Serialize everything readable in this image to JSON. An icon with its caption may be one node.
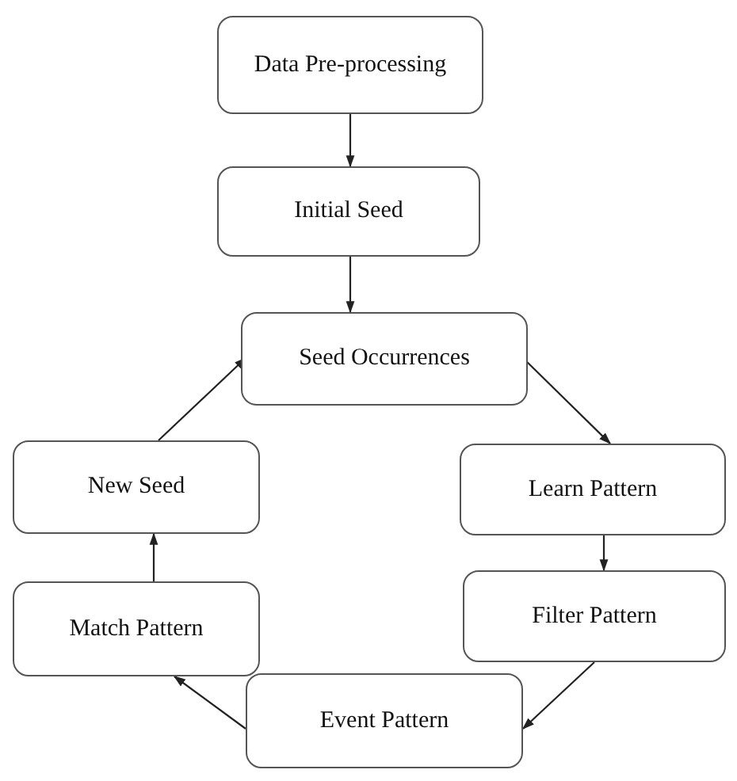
{
  "diagram": {
    "nodes": [
      {
        "text": [
          "Data Pre-processing"
        ]
      },
      {
        "text": [
          "Initial Seed"
        ]
      },
      {
        "text": [
          "Seed Occurrences"
        ]
      },
      {
        "text": [
          "New Seed"
        ]
      },
      {
        "text": [
          "Learn Pattern"
        ]
      },
      {
        "text": [
          "Match Pattern"
        ]
      },
      {
        "text": [
          "Filter Pattern"
        ]
      },
      {
        "text": [
          "Event Pattern"
        ]
      }
    ],
    "edges": [
      {
        "from": 0,
        "to": 1,
        "arrow": "to"
      },
      {
        "from": 1,
        "to": 2,
        "arrow": "to"
      },
      {
        "from": 2,
        "to": 4,
        "arrow": "to"
      },
      {
        "from": 4,
        "to": 6,
        "arrow": "to"
      },
      {
        "from": 6,
        "to": 7,
        "arrow": "to"
      },
      {
        "from": 7,
        "to": 5,
        "arrow": "to"
      },
      {
        "from": 5,
        "to": 3,
        "arrow": "to"
      },
      {
        "from": 3,
        "to": 2,
        "arrow": "to"
      }
    ]
  }
}
